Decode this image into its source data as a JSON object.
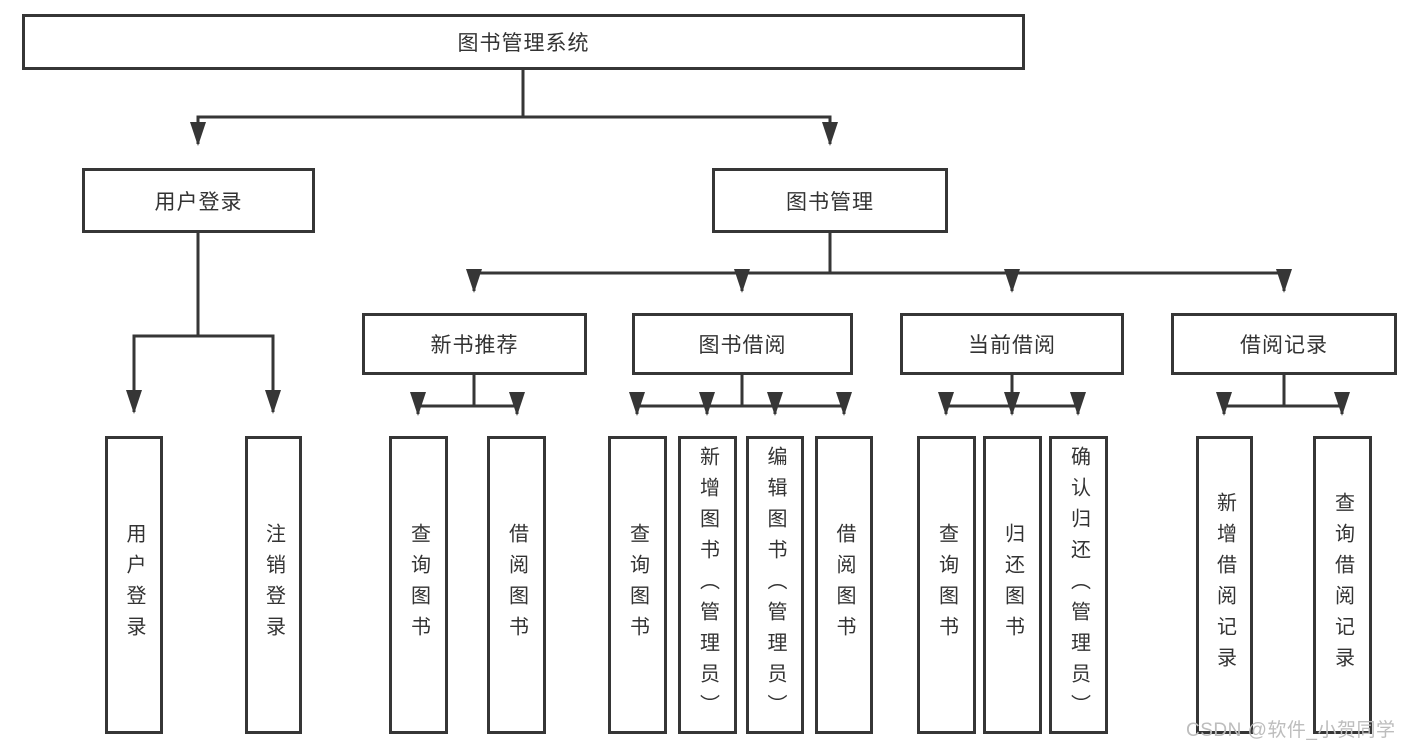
{
  "diagram": {
    "title": "图书管理系统",
    "level2": {
      "user_login": "用户登录",
      "book_management": "图书管理"
    },
    "level3": {
      "new_book_recommend": "新书推荐",
      "book_borrow": "图书借阅",
      "current_borrow": "当前借阅",
      "borrow_records": "借阅记录"
    },
    "leaves": {
      "user": [
        "用户登录",
        "注销登录"
      ],
      "recommend": [
        "查询图书",
        "借阅图书"
      ],
      "borrow": [
        "查询图书",
        "新增图书（管理员）",
        "编辑图书（管理员）",
        "借阅图书"
      ],
      "current": [
        "查询图书",
        "归还图书",
        "确认归还（管理员）"
      ],
      "records": [
        "新增借阅记录",
        "查询借阅记录"
      ]
    },
    "colors": {
      "line": "#363636",
      "border": "#363636",
      "text": "#333333",
      "background": "#ffffff",
      "watermark": "#bdbdbd"
    },
    "watermark": "CSDN @软件_小贺同学"
  }
}
